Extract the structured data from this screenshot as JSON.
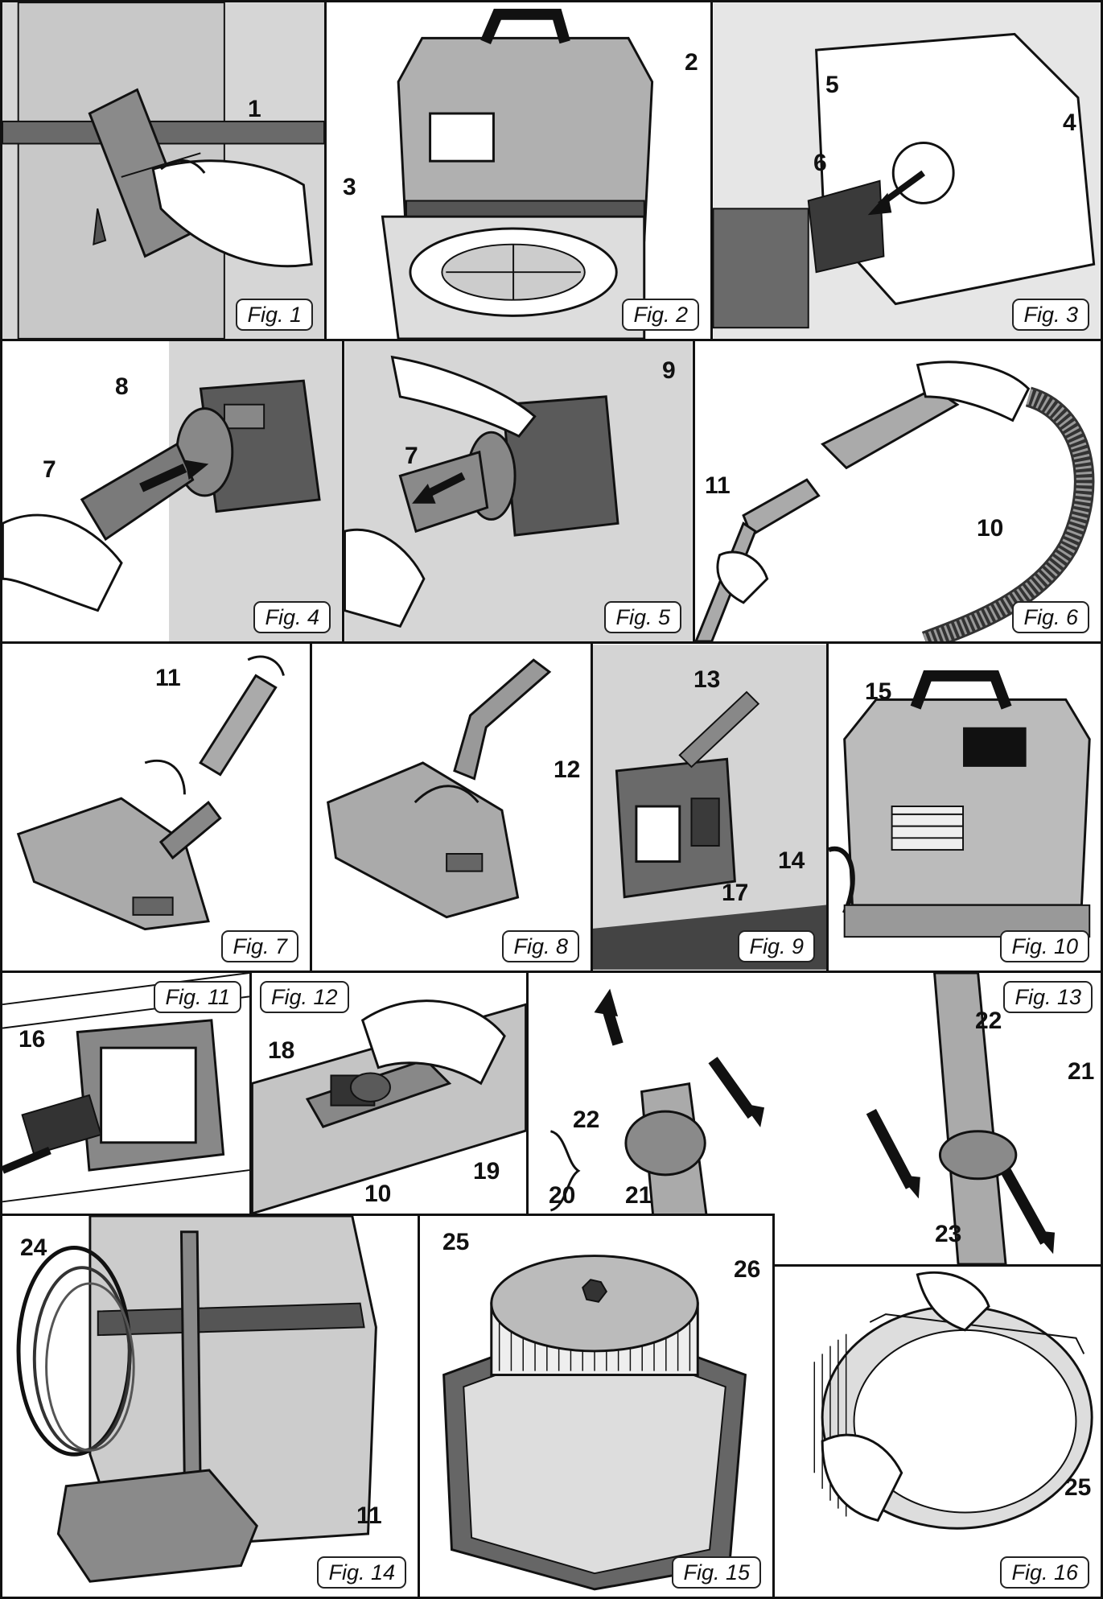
{
  "figures": [
    {
      "label": "Fig. 1",
      "callouts": [
        "1"
      ]
    },
    {
      "label": "Fig. 2",
      "callouts": [
        "2",
        "3"
      ]
    },
    {
      "label": "Fig. 3",
      "callouts": [
        "5",
        "4",
        "6"
      ]
    },
    {
      "label": "Fig. 4",
      "callouts": [
        "8",
        "7"
      ]
    },
    {
      "label": "Fig. 5",
      "callouts": [
        "9",
        "7"
      ]
    },
    {
      "label": "Fig. 6",
      "callouts": [
        "11",
        "10"
      ]
    },
    {
      "label": "Fig. 7",
      "callouts": [
        "11"
      ]
    },
    {
      "label": "Fig. 8",
      "callouts": [
        "12"
      ]
    },
    {
      "label": "Fig. 9",
      "callouts": [
        "13",
        "14",
        "17"
      ]
    },
    {
      "label": "Fig. 10",
      "callouts": [
        "15"
      ]
    },
    {
      "label": "Fig. 11",
      "callouts": [
        "16"
      ]
    },
    {
      "label": "Fig. 12",
      "callouts": [
        "18",
        "19",
        "10"
      ]
    },
    {
      "label": "Fig. 13",
      "callouts": [
        "22",
        "21",
        "20",
        "21",
        "22",
        "23"
      ]
    },
    {
      "label": "Fig. 14",
      "callouts": [
        "24",
        "11"
      ]
    },
    {
      "label": "Fig. 15",
      "callouts": [
        "25",
        "26"
      ]
    },
    {
      "label": "Fig. 16",
      "callouts": [
        "25"
      ]
    }
  ],
  "colors": {
    "line": "#111111",
    "mid_gray": "#9a9a9a",
    "light_gray": "#d4d4d4",
    "dark_gray": "#5a5a5a",
    "background": "#ffffff"
  }
}
